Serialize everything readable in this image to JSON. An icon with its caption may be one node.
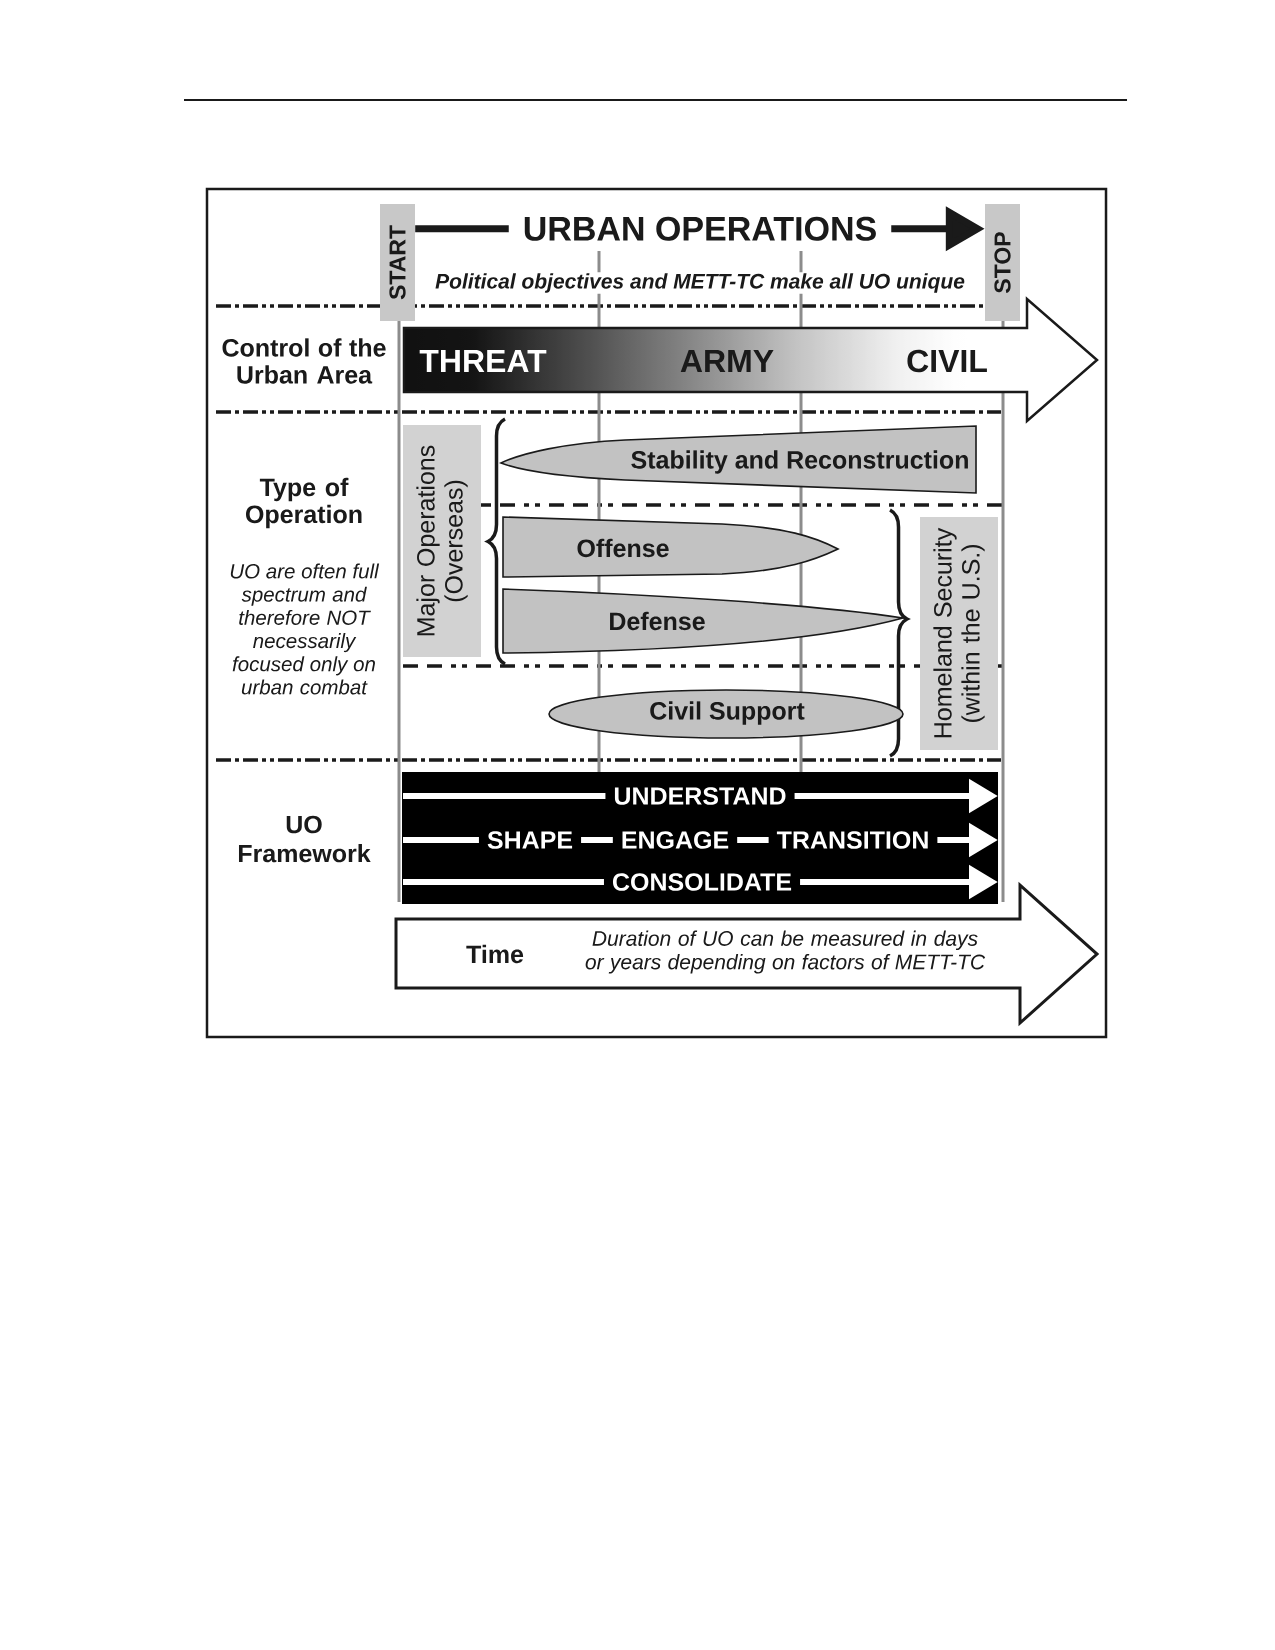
{
  "diagram": {
    "nodes": [
      {
        "text": [
          "START"
        ]
      },
      {
        "text": [
          "STOP"
        ]
      },
      {
        "text": [
          "THREAT",
          "ARMY",
          "CIVIL"
        ]
      },
      {
        "text": [
          "Major Operations (Overseas)"
        ]
      },
      {
        "text": [
          "Stability and Reconstruction"
        ]
      },
      {
        "text": [
          "Offense"
        ]
      },
      {
        "text": [
          "Defense"
        ]
      },
      {
        "text": [
          "Civil Support"
        ]
      },
      {
        "text": [
          "Homeland Security (within the U.S.)"
        ]
      },
      {
        "text": [
          "UNDERSTAND",
          "SHAPE",
          "ENGAGE",
          "TRANSITION",
          "CONSOLIDATE"
        ]
      },
      {
        "text": [
          "Time",
          "Duration of UO can be measured in days or years depending on factors of METT-TC"
        ]
      }
    ],
    "edges": [
      {
        "from": 0,
        "to": 1,
        "arrow": "to",
        "label": "URBAN OPERATIONS"
      }
    ],
    "labels": [
      "Political objectives and METT-TC make all UO unique",
      "Control of the Urban Area",
      "Type of Operation",
      "UO are often full spectrum and therefore NOT necessarily focused only on urban combat",
      "UO Framework"
    ]
  }
}
